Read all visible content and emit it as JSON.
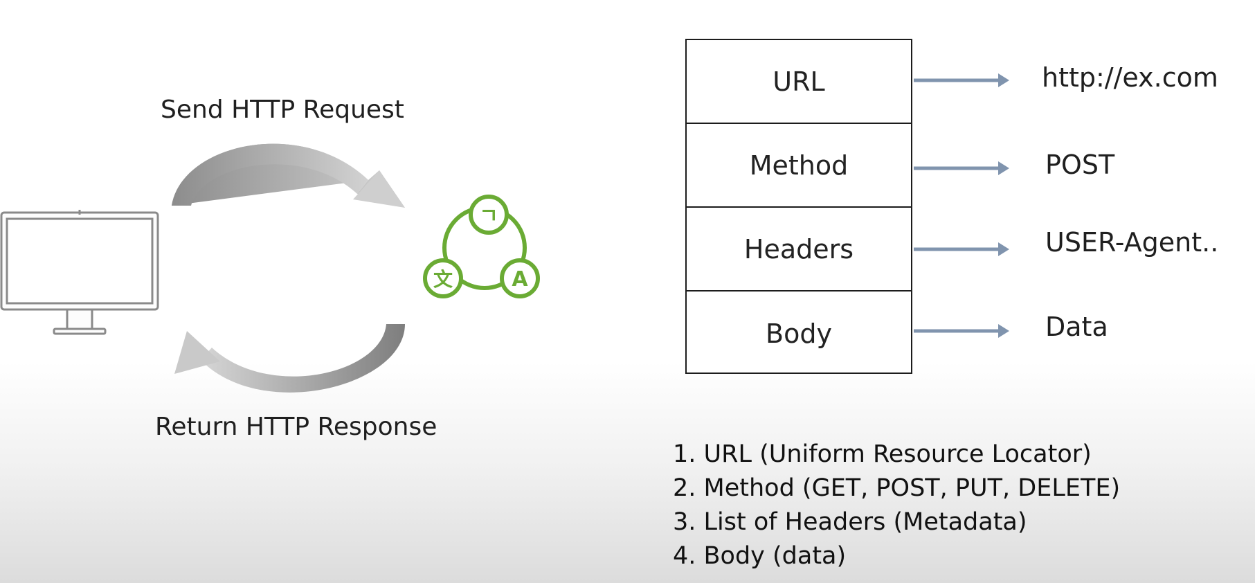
{
  "flow": {
    "request_label": "Send HTTP Request",
    "response_label": "Return HTTP Response",
    "client_icon": "monitor-icon",
    "server_icon": "translate-icon",
    "server_glyphs": [
      "ㄱ",
      "文",
      "A"
    ],
    "server_color": "#6aab34"
  },
  "request_fields": [
    {
      "name": "URL",
      "value": "http://ex.com"
    },
    {
      "name": "Method",
      "value": "POST"
    },
    {
      "name": "Headers",
      "value": "USER-Agent.."
    },
    {
      "name": "Body",
      "value": "Data"
    }
  ],
  "arrow_color": "#8094ae",
  "notes": [
    "1. URL (Uniform Resource Locator)",
    "2. Method (GET, POST, PUT, DELETE)",
    "3. List of Headers (Metadata)",
    "4. Body (data)"
  ]
}
